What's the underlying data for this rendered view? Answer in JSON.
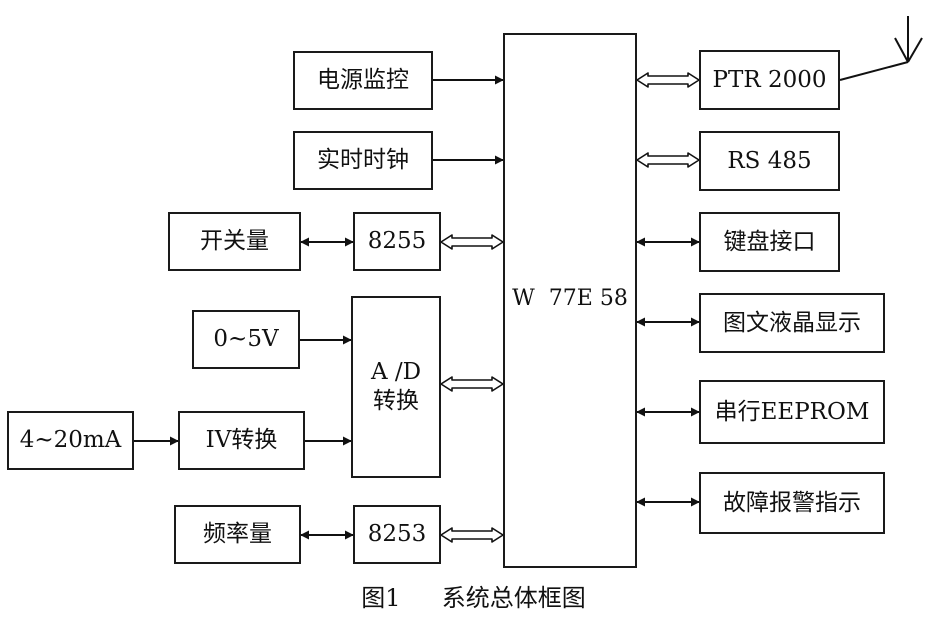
{
  "diagram": {
    "mcu": "W  77E 58",
    "left": {
      "power_monitor": "电源监控",
      "rtc": "实时时钟",
      "switch_input": "开关量",
      "chip_8255": "8255",
      "analog_0_5v": "0~5V",
      "ad_line1": "A /D",
      "ad_line2": "转换",
      "current_4_20ma": "4~20mA",
      "iv_convert": "IV转换",
      "frequency_input": "频率量",
      "chip_8253": "8253"
    },
    "right": {
      "ptr2000": "PTR 2000",
      "rs485": "RS 485",
      "keyboard": "键盘接口",
      "lcd": "图文液晶显示",
      "eeprom": "串行EEPROM",
      "alarm": "故障报警指示"
    }
  },
  "caption": {
    "label": "图1",
    "title": "系统总体框图"
  }
}
